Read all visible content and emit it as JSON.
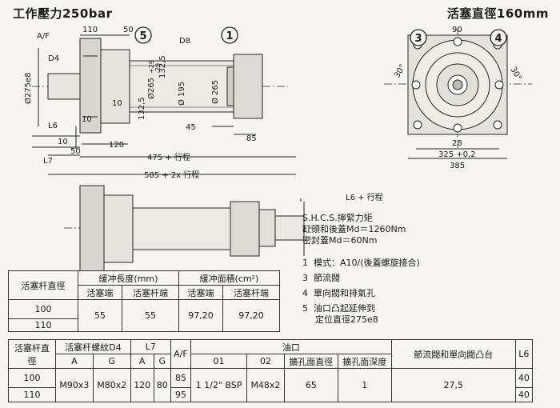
{
  "header": {
    "left_title": "工作壓力250bar",
    "right_title": "活塞直徑160mm"
  },
  "drawing_labels": {
    "af": "A/F",
    "d4": "D4",
    "d8": "D8",
    "phi275": "Ø275e8",
    "d110": "110",
    "d50_top": "50",
    "d10_mid": "10",
    "d10_bot": "10",
    "phi265": "Ø265",
    "phi265_tol_up": "+29",
    "phi265_tol_dn": "-29",
    "d1325_a": "132,5",
    "d1325_b": "132,5",
    "phi195": "Ø 195",
    "phi265b": "Ø 265",
    "d45": "45",
    "d85": "85",
    "l6": "L6",
    "d10_left": "10",
    "d50_left": "50",
    "d120": "120",
    "l7": "L7",
    "stroke1": "475 + 行程",
    "stroke2": "585 + 2x 行程",
    "stroke3": "L6 + 行程",
    "d90": "90",
    "ang30_l": "30°",
    "ang30_r": "30°",
    "d28": "28",
    "d325": "325 +0,2",
    "d385": "385",
    "callout1": "1",
    "callout3": "3",
    "callout4": "4",
    "callout5": "5"
  },
  "torque_note": {
    "line1": "S.H.C.S.擰緊力矩",
    "line2": "缸頭和後蓋Md＝1260Nm",
    "line3": "密封蓋Md＝60Nm"
  },
  "legend": [
    {
      "num": "1",
      "text": "模式：A10/(後蓋螺旋接合)"
    },
    {
      "num": "3",
      "text": "節流閥"
    },
    {
      "num": "4",
      "text": "單向閥和排氣孔"
    },
    {
      "num": "5",
      "text": "油口凸起延伸到"
    }
  ],
  "legend_extra": "定位直徑275e8",
  "table1": {
    "col_rod": "活塞杆直徑",
    "col_cushion_len": "緩冲長度(mm)",
    "col_cushion_area": "緩冲面積(cm²)",
    "sub_piston": "活塞端",
    "sub_rod": "活塞杆端",
    "sub_piston2": "活塞端",
    "sub_rod2": "活塞杆端",
    "rows": [
      "100",
      "110"
    ],
    "len_piston": "55",
    "len_rod": "55",
    "area_piston": "97,20",
    "area_rod": "97,20"
  },
  "table2": {
    "col_rod": "活塞杆直徑",
    "col_thread": "活塞杆螺紋D4",
    "col_l7": "L7",
    "col_af": "A/F",
    "col_port": "油口",
    "col_boss": "節流閥和單向閥凸台",
    "col_l6": "L6",
    "sub_a": "A",
    "sub_g": "G",
    "sub_a2": "A",
    "sub_g2": "G",
    "sub_01": "01",
    "sub_02": "02",
    "sub_port_dia": "擴孔面直徑",
    "sub_port_depth": "擴孔面深度",
    "rows": [
      "100",
      "110"
    ],
    "thread_a": "M90x3",
    "thread_g": "M80x2",
    "l7_a": "120",
    "l7_g": "80",
    "af_100": "85",
    "af_110": "95",
    "port_01": "1 1/2\" BSP",
    "port_02": "M48x2",
    "port_dia": "65",
    "port_depth": "1",
    "boss": "27,5",
    "l6_100": "40",
    "l6_110": "40"
  }
}
